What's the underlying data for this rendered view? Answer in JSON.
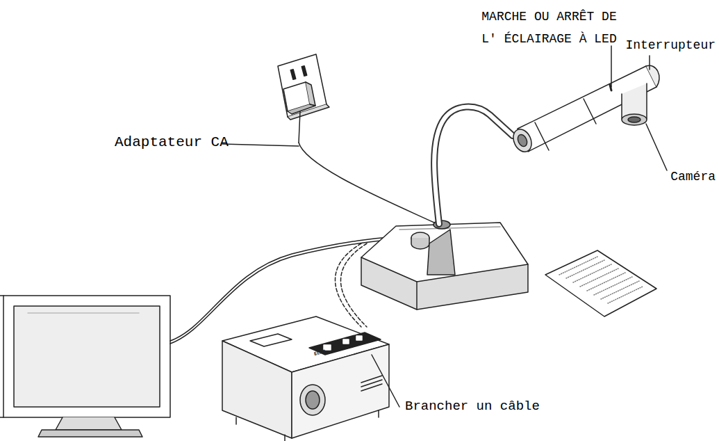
{
  "diagram": {
    "labels": [
      "MARCHE OU ARRÊT DE L' ÉCLAIRAGE À LED",
      "Interrupteur",
      "Caméra",
      "Adaptateur CA",
      "Brancher un câble",
      "ELMO"
    ]
  }
}
